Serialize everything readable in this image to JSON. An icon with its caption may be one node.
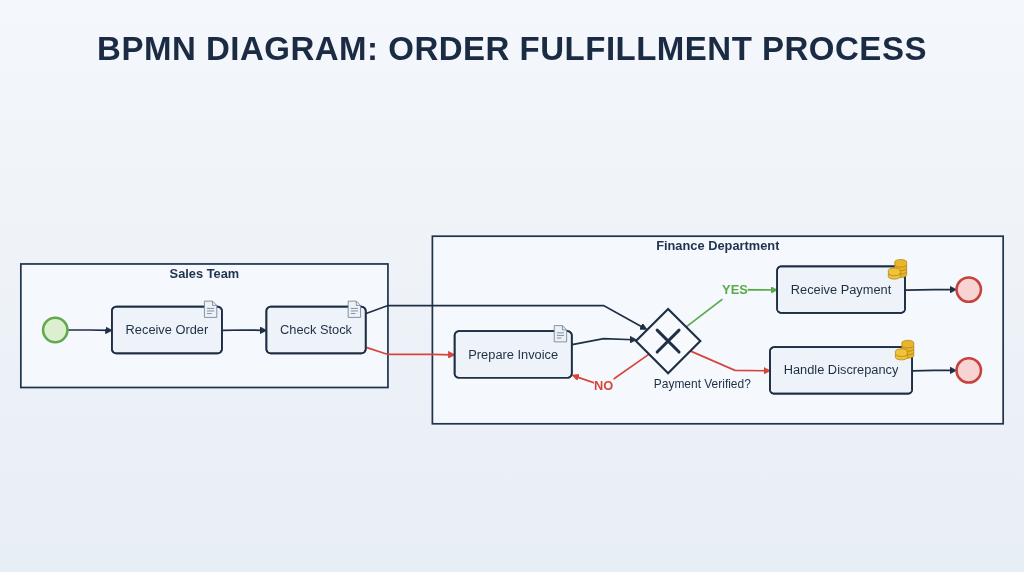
{
  "diagram": {
    "title": "BPMN DIAGRAM: ORDER FULFILLMENT PROCESS",
    "nodes": [
      {
        "text": [
          "Sales Team"
        ]
      },
      {
        "text": [],
        "shape": "circle",
        "in": 0
      },
      {
        "text": [
          "Receive Order"
        ],
        "in": 0
      },
      {
        "text": [
          "Check Stock"
        ],
        "in": 0
      },
      {
        "text": [
          "Finance Department"
        ]
      },
      {
        "text": [
          "Prepare Invoice"
        ],
        "in": 4
      },
      {
        "text": [],
        "shape": "diamond",
        "beside": [
          "Payment Verified?"
        ],
        "in": 4
      },
      {
        "text": [
          "Receive Payment"
        ],
        "in": 4
      },
      {
        "text": [],
        "shape": "circle",
        "in": 4
      },
      {
        "text": [
          "Handle Discrepancy"
        ],
        "in": 4
      },
      {
        "text": [],
        "shape": "circle",
        "in": 4
      }
    ],
    "edges": [
      {
        "from": 1,
        "to": 2,
        "arrow": "to"
      },
      {
        "from": 2,
        "to": 3,
        "arrow": "to"
      },
      {
        "from": 3,
        "to": 5,
        "arrow": "to",
        "color": "#d6453d"
      },
      {
        "from": 3,
        "to": 6,
        "arrow": "to"
      },
      {
        "from": 5,
        "to": 6,
        "arrow": "to"
      },
      {
        "from": 6,
        "to": 7,
        "arrow": "to",
        "label": "YES",
        "color": "#5aaa4a"
      },
      {
        "from": 6,
        "to": 5,
        "arrow": "to",
        "label": "NO",
        "color": "#d6453d"
      },
      {
        "from": 6,
        "to": 9,
        "arrow": "to",
        "color": "#d6453d"
      },
      {
        "from": 7,
        "to": 8,
        "arrow": "to"
      },
      {
        "from": 9,
        "to": 10,
        "arrow": "to"
      }
    ]
  }
}
